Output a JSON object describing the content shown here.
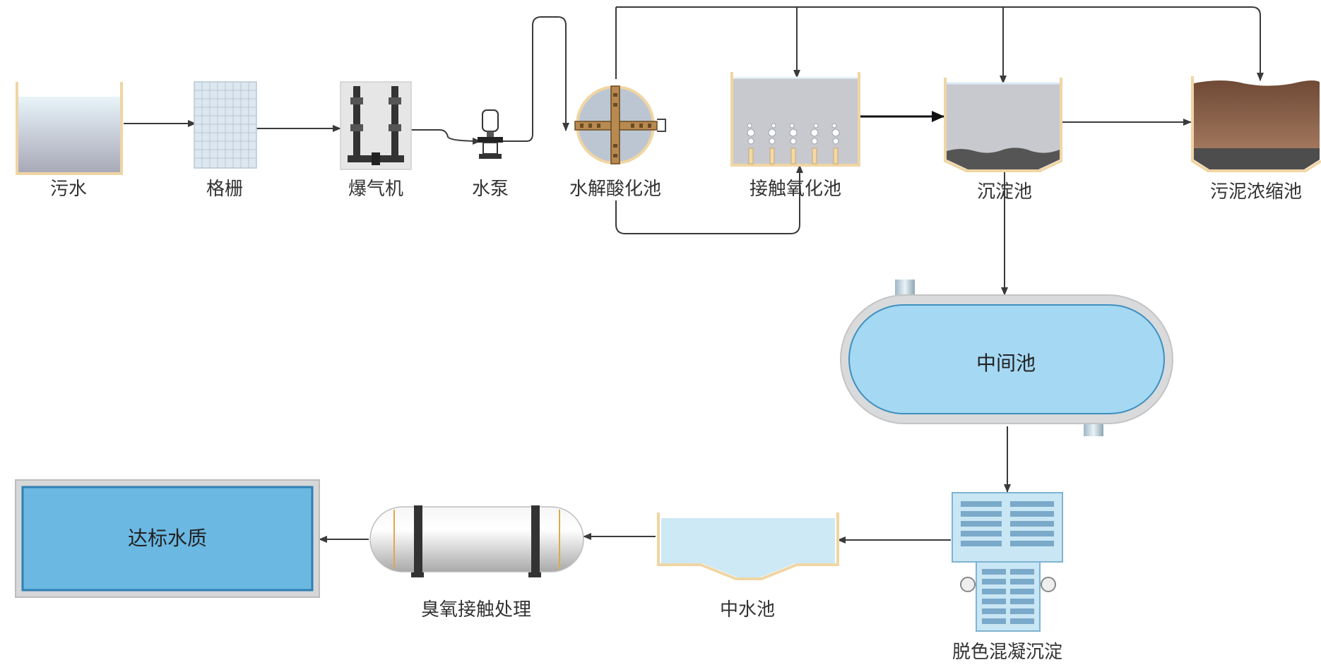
{
  "nodes": {
    "sewage": "污水",
    "grille": "格栅",
    "aerator": "爆气机",
    "pump": "水泵",
    "hydrolysis": "水解酸化池",
    "contact_oxidation": "接触氧化池",
    "sedimentation": "沉淀池",
    "sludge_thickening": "污泥浓缩池",
    "intermediate": "中间池",
    "decolor": "脱色混凝沉淀",
    "reclaimed": "中水池",
    "ozone": "臭氧接触处理",
    "standard": "达标水质"
  },
  "colors": {
    "line": "#3a3a3a",
    "tank_rim": "#f3d9a7",
    "water_light": "#bfe3f3",
    "tank_blue": "#a5d8f3",
    "result_blue": "#6bb8e3",
    "sludge_brown": "#8a5e44"
  }
}
